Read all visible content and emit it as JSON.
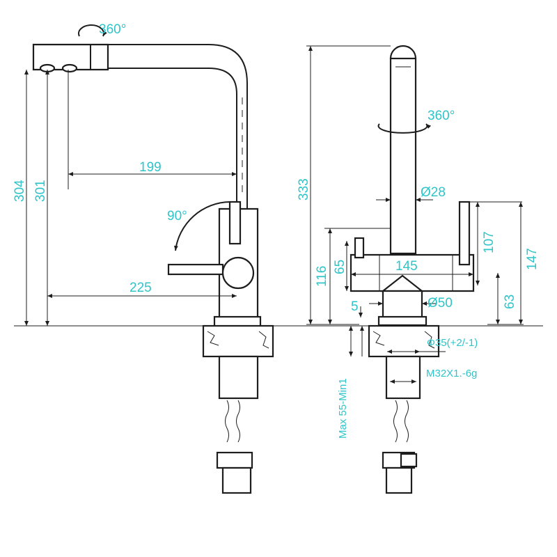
{
  "diagram": {
    "accent_color": "#2ec4c9",
    "line_color": "#1d1d1d",
    "side_view": {
      "rotation_label": "360°",
      "swing_label": "90°",
      "dimensions": {
        "d304": "304",
        "d301": "301",
        "d199": "199",
        "d225": "225"
      }
    },
    "front_view": {
      "rotation_label": "360°",
      "dimensions": {
        "d333": "333",
        "d28": "Ø28",
        "d107": "107",
        "d147": "147",
        "d116": "116",
        "d65": "65",
        "d145": "145",
        "d63": "63",
        "d5": "5",
        "d50": "Ø50",
        "d35": "Φ35(+2/-1)",
        "thread": "M32X1.-6g",
        "max": "Max 55-Min1"
      }
    }
  }
}
